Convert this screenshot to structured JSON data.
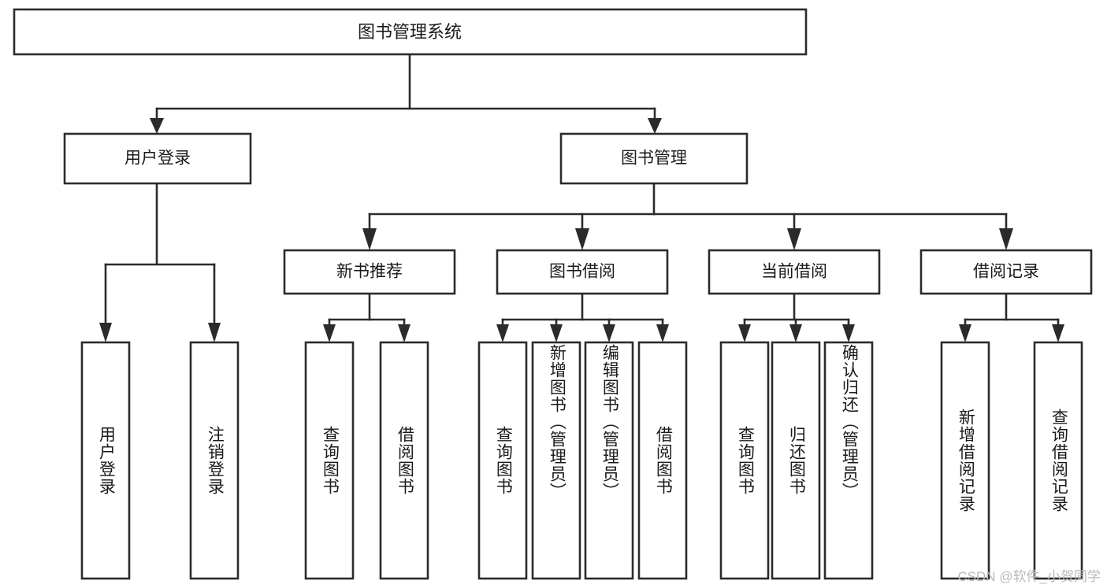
{
  "diagram": {
    "title": "图书管理系统",
    "type": "tree-hierarchy-diagram",
    "colors": {
      "stroke": "#2b2b2b",
      "box_fill": "#ffffff",
      "text": "#1a1a1a",
      "background": "#ffffff",
      "watermark": "#b9b9b9"
    },
    "root": {
      "label": "图书管理系统"
    },
    "level2": [
      {
        "label": "用户登录"
      },
      {
        "label": "图书管理"
      }
    ],
    "level3": [
      {
        "label": "新书推荐"
      },
      {
        "label": "图书借阅"
      },
      {
        "label": "当前借阅"
      },
      {
        "label": "借阅记录"
      }
    ],
    "leaves": {
      "user_login": [
        {
          "label": "用户登录"
        },
        {
          "label": "注销登录"
        }
      ],
      "new_book_recommend": [
        {
          "label": "查询图书"
        },
        {
          "label": "借阅图书"
        }
      ],
      "book_borrow": [
        {
          "label": "查询图书"
        },
        {
          "label": "新增图书（管理员）"
        },
        {
          "label": "编辑图书（管理员）"
        },
        {
          "label": "借阅图书"
        }
      ],
      "current_borrow": [
        {
          "label": "查询图书"
        },
        {
          "label": "归还图书"
        },
        {
          "label": "确认归还（管理员）"
        }
      ],
      "borrow_record": [
        {
          "label": "新增借阅记录"
        },
        {
          "label": "查询借阅记录"
        }
      ]
    }
  },
  "watermark": {
    "text": "CSDN @软件_小贺同学"
  }
}
